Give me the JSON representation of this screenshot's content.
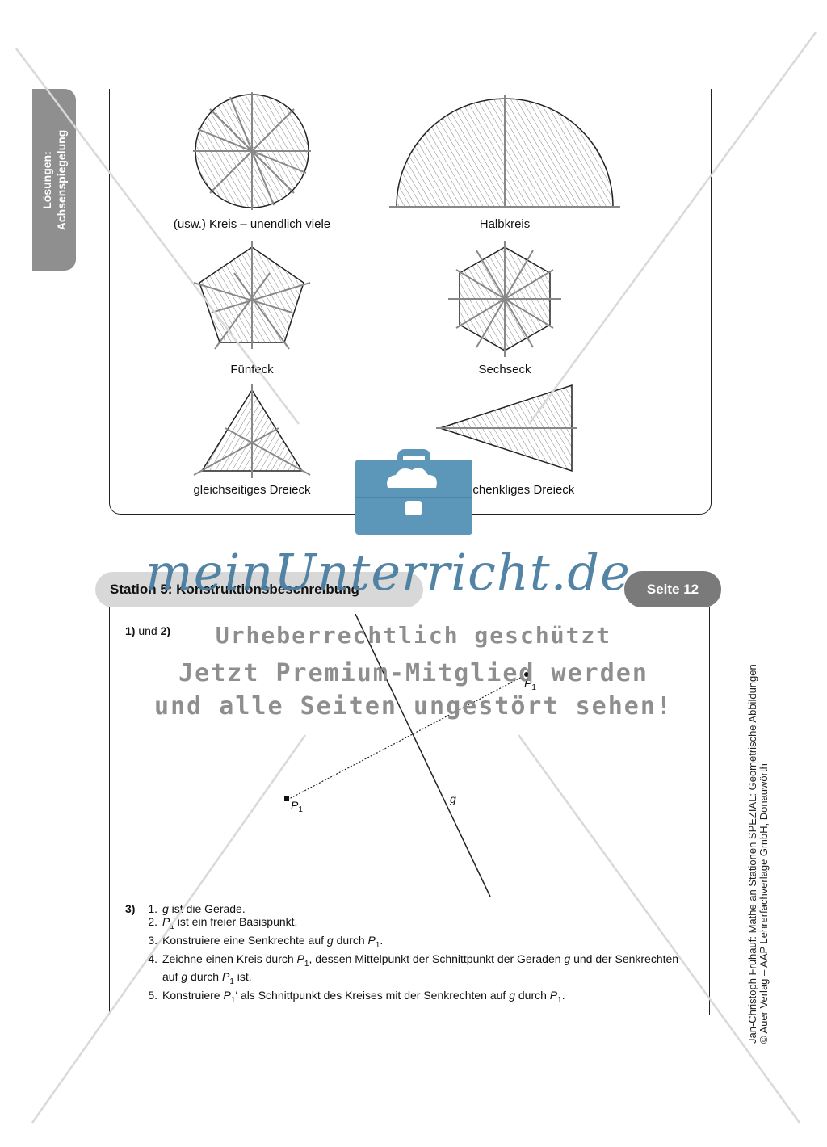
{
  "side_tab": {
    "line1": "Lösungen:",
    "line2": "Achsenspiegelung"
  },
  "figures": {
    "kreis": "(usw.) Kreis – unendlich viele",
    "halbkreis": "Halbkreis",
    "fuenfeck": "Fünfeck",
    "sechseck": "Sechseck",
    "gleichseitig": "gleichseitiges Dreieck",
    "gleichschenklig": "gleichschenkliges Dreieck"
  },
  "station": {
    "title": "Station 5: Konstruktionsbeschreibung",
    "page": "Seite 12"
  },
  "task12": {
    "label_a": "1)",
    "label_mid": " und ",
    "label_b": "2)"
  },
  "construction": {
    "point": "P",
    "point_sub": "1",
    "line_label": "g"
  },
  "task3": {
    "label": "3)",
    "steps": [
      {
        "num": "1.",
        "parts": [
          {
            "t": "g",
            "i": true
          },
          {
            "t": " ist die Gerade."
          }
        ]
      },
      {
        "num": "2.",
        "parts": [
          {
            "t": "P",
            "i": true
          },
          {
            "t": "1",
            "s": true
          },
          {
            "t": " ist ein freier Basispunkt."
          }
        ]
      },
      {
        "num": "3.",
        "parts": [
          {
            "t": "Konstruiere eine Senkrechte auf "
          },
          {
            "t": "g",
            "i": true
          },
          {
            "t": " durch "
          },
          {
            "t": "P",
            "i": true
          },
          {
            "t": "1",
            "s": true
          },
          {
            "t": "."
          }
        ]
      },
      {
        "num": "4.",
        "parts": [
          {
            "t": "Zeichne einen Kreis durch "
          },
          {
            "t": "P",
            "i": true
          },
          {
            "t": "1",
            "s": true
          },
          {
            "t": ", dessen Mittelpunkt der Schnittpunkt der Geraden "
          },
          {
            "t": "g",
            "i": true
          },
          {
            "t": " und der Senkrechten auf "
          },
          {
            "t": "g",
            "i": true
          },
          {
            "t": " durch "
          },
          {
            "t": "P",
            "i": true
          },
          {
            "t": "1",
            "s": true
          },
          {
            "t": " ist."
          }
        ]
      },
      {
        "num": "5.",
        "parts": [
          {
            "t": "Konstruiere "
          },
          {
            "t": "P",
            "i": true
          },
          {
            "t": "1",
            "s": true
          },
          {
            "t": "′ als Schnittpunkt des Kreises mit der Senkrechten auf "
          },
          {
            "t": "g",
            "i": true
          },
          {
            "t": " durch "
          },
          {
            "t": "P",
            "i": true
          },
          {
            "t": "1",
            "s": true
          },
          {
            "t": "."
          }
        ]
      }
    ]
  },
  "credit": {
    "line1": "Jan-Christoph Frühauf: Mathe an Stationen SPEZIAL: Geometrische Abbildungen",
    "line2": "© Auer Verlag – AAP Lehrerfachverlage GmbH, Donauwörth"
  },
  "watermark": {
    "logo": "meinUnterricht.de",
    "line1": "Urheberrechtlich geschützt",
    "line2": "Jetzt Premium-Mitglied werden",
    "line3": "und alle Seiten ungestört sehen!"
  },
  "colors": {
    "tab": "#8f8f8f",
    "station_bar": "#d8d8d8",
    "badge": "#7a7a7a",
    "watermark_blue": "#5c97ba"
  }
}
